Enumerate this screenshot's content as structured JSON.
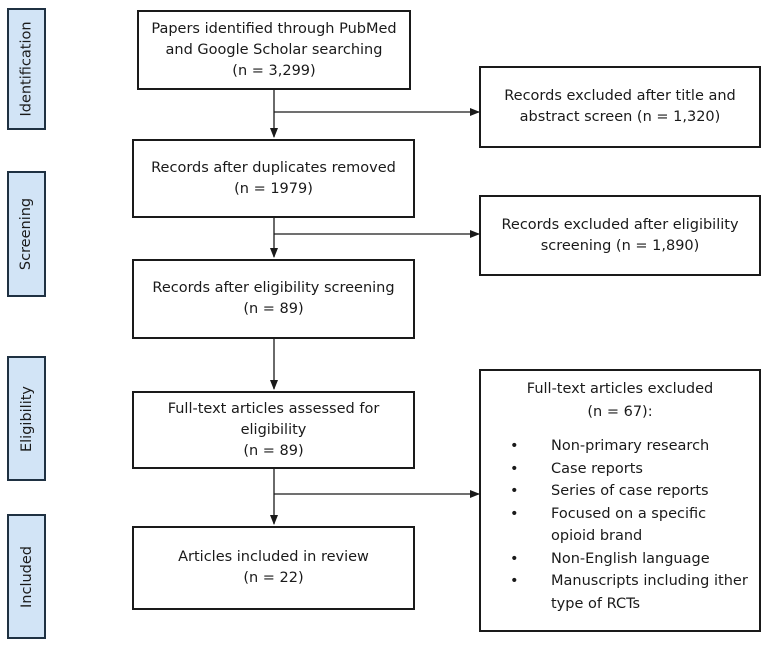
{
  "phases": [
    {
      "id": "identification",
      "label": "Identification"
    },
    {
      "id": "screening",
      "label": "Screening"
    },
    {
      "id": "eligibility",
      "label": "Eligibility"
    },
    {
      "id": "included",
      "label": "Included"
    }
  ],
  "boxes": {
    "identified": {
      "lines": [
        "Papers identified through PubMed",
        "and Google Scholar searching",
        "(n = 3,299)"
      ]
    },
    "excluded_title_abstract": {
      "lines": [
        "Records excluded after title and",
        "abstract screen (n = 1,320)"
      ]
    },
    "after_duplicates": {
      "lines": [
        "Records after duplicates removed",
        "(n = 1979)"
      ]
    },
    "excluded_eligibility": {
      "lines": [
        "Records excluded after eligibility",
        "screening (n = 1,890)"
      ]
    },
    "after_eligibility": {
      "lines": [
        "Records after eligibility screening",
        "(n = 89)"
      ]
    },
    "fulltext_assessed": {
      "lines": [
        "Full-text articles assessed for",
        "eligibility",
        "(n = 89)"
      ]
    },
    "included_review": {
      "lines": [
        "Articles included in review",
        "(n = 22)"
      ]
    }
  },
  "fulltext_excluded": {
    "heading": [
      "Full-text articles excluded",
      "(n = 67):"
    ],
    "bullet_char": "•",
    "items": [
      [
        "Non-primary research"
      ],
      [
        "Case reports"
      ],
      [
        "Series of case reports"
      ],
      [
        "Focused on a specific",
        "opioid brand"
      ],
      [
        "Non-English language"
      ],
      [
        "Manuscripts including ither",
        "type of RCTs"
      ]
    ]
  }
}
